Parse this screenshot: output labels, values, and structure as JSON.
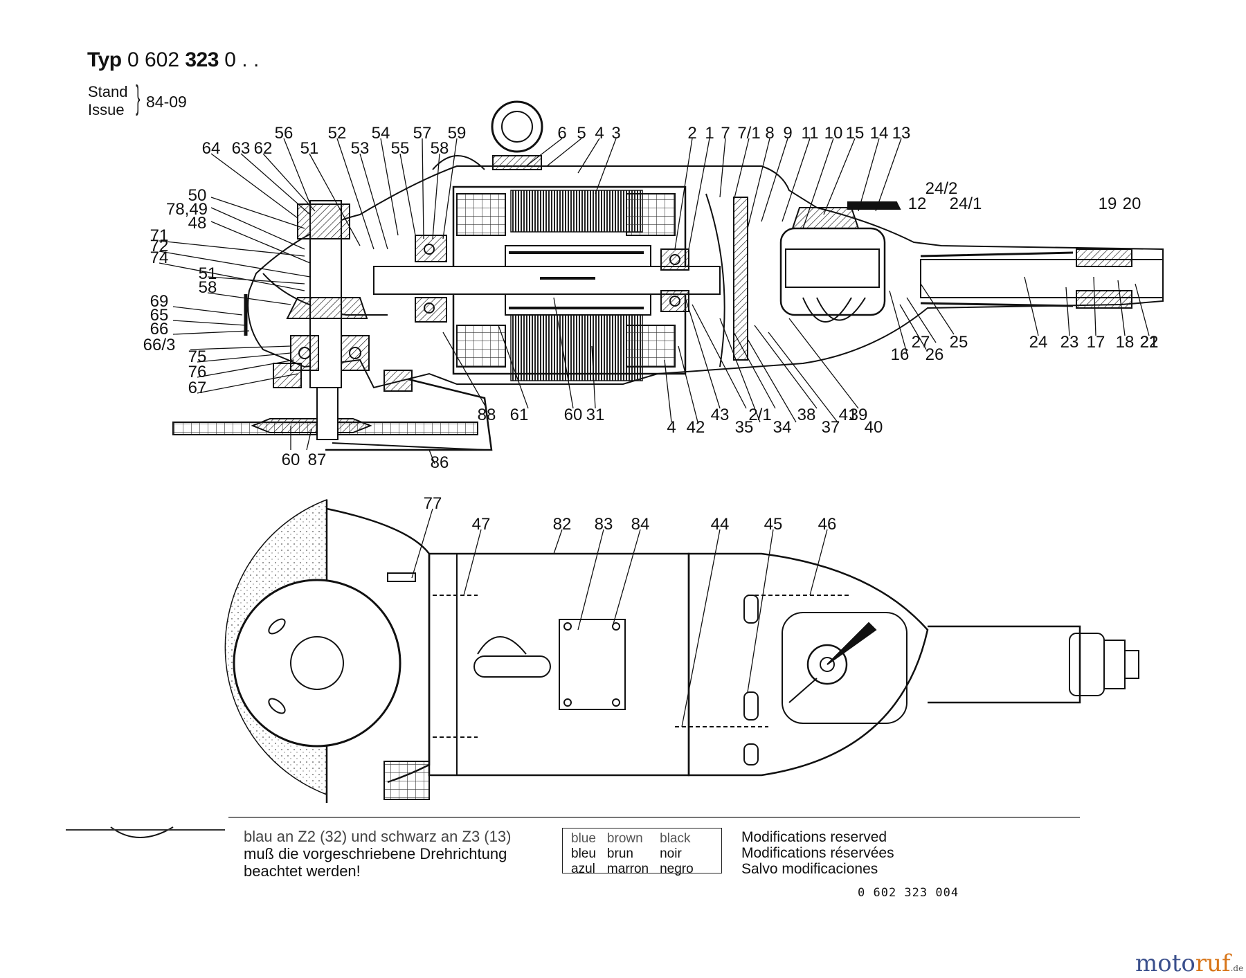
{
  "header": {
    "typ_label": "Typ",
    "typ_num_a": "0 602",
    "typ_num_b": "323",
    "typ_num_c": "0 . .",
    "stand_label": "Stand",
    "issue_label": "Issue",
    "date": "84-09"
  },
  "top_callouts": [
    "64",
    "63",
    "62",
    "56",
    "51",
    "52",
    "53",
    "54",
    "55",
    "57",
    "58",
    "59",
    "6",
    "5",
    "4",
    "3",
    "2",
    "1",
    "7",
    "7/1",
    "8",
    "9",
    "11",
    "10",
    "15",
    "14",
    "13",
    "24/2",
    "12",
    "24/1",
    "19",
    "20",
    "50",
    "78,49",
    "48",
    "71",
    "72",
    "74",
    "51",
    "58",
    "69",
    "65",
    "66",
    "66/3",
    "75",
    "76",
    "67",
    "60",
    "87",
    "86",
    "88",
    "61",
    "60",
    "31",
    "4",
    "42",
    "43",
    "35",
    "2/1",
    "34",
    "38",
    "37",
    "39",
    "40",
    "41",
    "16",
    "27",
    "26",
    "25",
    "24",
    "23",
    "17",
    "18",
    "21",
    "22"
  ],
  "bottom_callouts": [
    "77",
    "47",
    "82",
    "83",
    "84",
    "44",
    "45",
    "46"
  ],
  "notes": {
    "line1": "blau an Z2 (32) und schwarz an Z3 (13)",
    "line2": "muß die vorgeschriebene Drehrichtung",
    "line3": "beachtet werden!"
  },
  "color_table": [
    [
      "blue",
      "brown",
      "black"
    ],
    [
      "bleu",
      "brun",
      "noir"
    ],
    [
      "azul",
      "marron",
      "negro"
    ]
  ],
  "modifications": [
    "Modifications reserved",
    "Modifications réservées",
    "Salvo modificaciones"
  ],
  "doc_number": "0 602 323 004",
  "watermark": {
    "main": "moto",
    "accent": "ruf",
    "tld": ".de"
  }
}
